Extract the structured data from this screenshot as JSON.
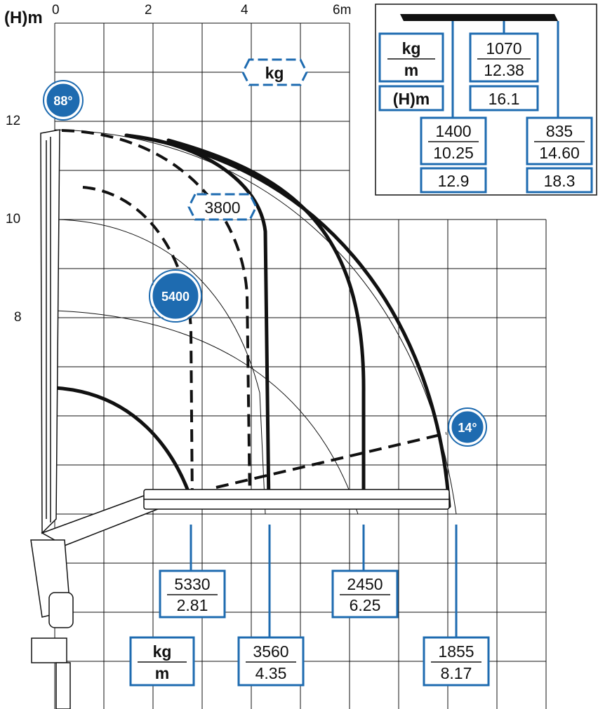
{
  "axes": {
    "y_title": "(H)m",
    "x_ticks": [
      "0",
      "2",
      "4",
      "6m"
    ],
    "y_ticks": [
      "12",
      "10",
      "8"
    ]
  },
  "badges": {
    "angle_high": "88°",
    "angle_low": "14°",
    "load_5400": "5400"
  },
  "load_tags": {
    "kg_unit": "kg",
    "load_3800": "3800"
  },
  "legend": {
    "kg": "kg",
    "m": "m",
    "h_unit": "(H)m"
  },
  "bottom_legend": {
    "kg": "kg",
    "m": "m"
  },
  "inset_values": [
    {
      "kg": "1070",
      "m": "12.38",
      "h": "16.1"
    },
    {
      "kg": "1400",
      "m": "10.25",
      "h": "12.9"
    },
    {
      "kg": "835",
      "m": "14.60",
      "h": "18.3"
    }
  ],
  "bottom_values": [
    {
      "kg": "5330",
      "m": "2.81"
    },
    {
      "kg": "3560",
      "m": "4.35"
    },
    {
      "kg": "2450",
      "m": "6.25"
    },
    {
      "kg": "1855",
      "m": "8.17"
    }
  ],
  "colors": {
    "accent_blue": "#1e6bb0",
    "ink": "#111111"
  }
}
